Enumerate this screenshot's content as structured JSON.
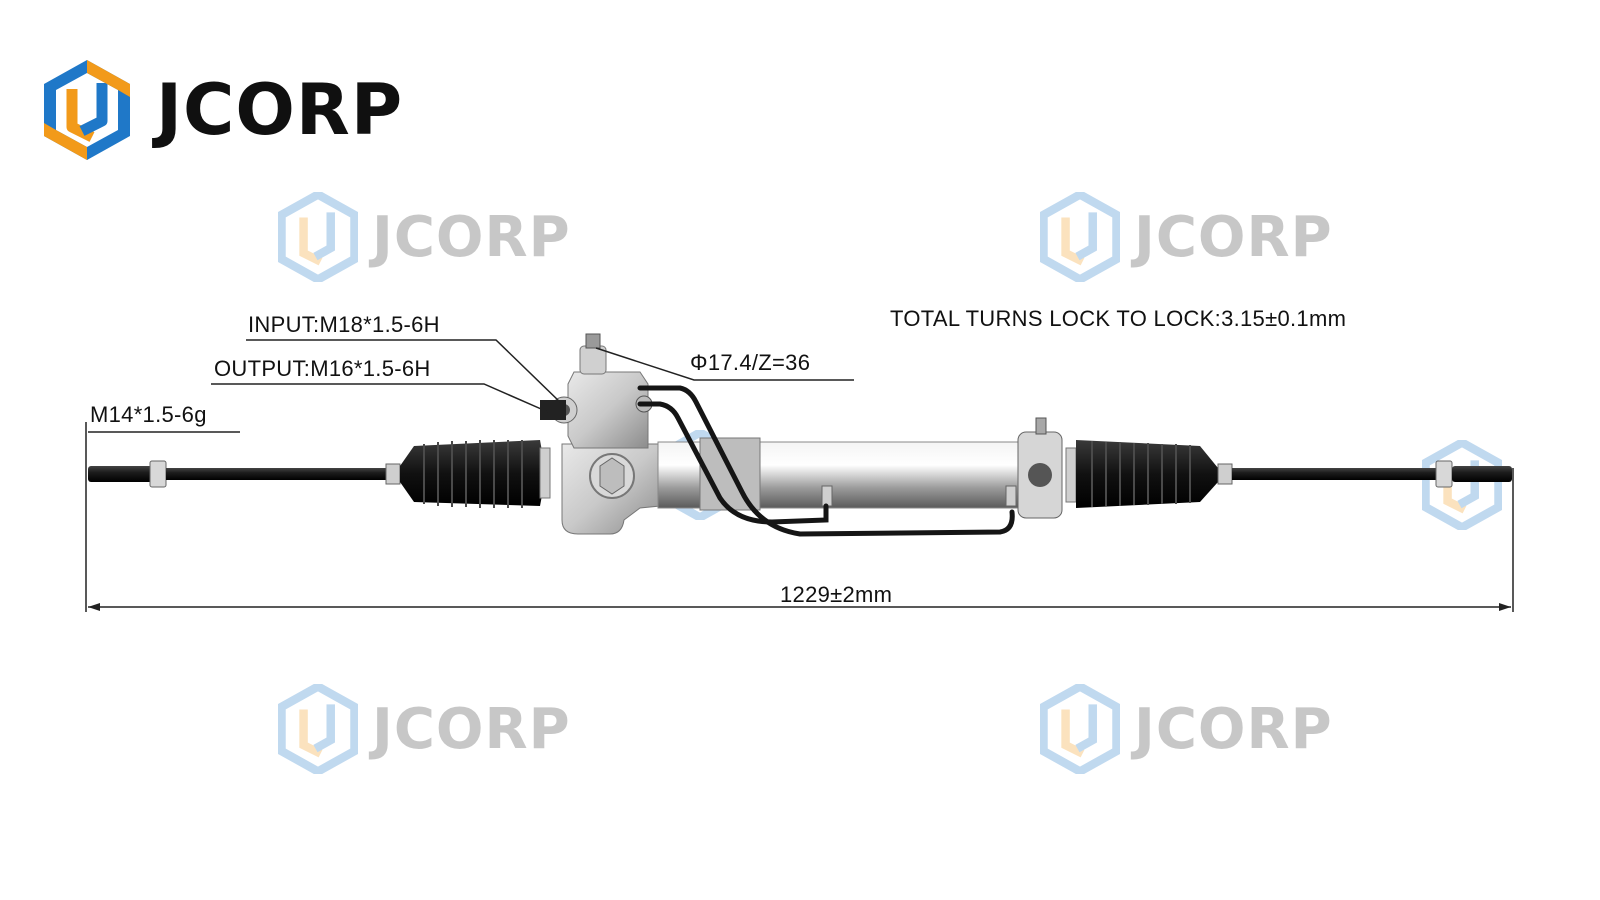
{
  "brand": {
    "name": "JCORP",
    "watermark_text": "JCORP",
    "colors": {
      "blue": "#1f78c8",
      "orange": "#f29a1a",
      "yellow": "#f6b81c",
      "text": "#101010"
    }
  },
  "annotations": {
    "input_port": "INPUT:M18*1.5-6H",
    "output_port": "OUTPUT:M16*1.5-6H",
    "tie_rod_thread": "M14*1.5-6g",
    "pinion_spec": "Φ17.4/Z=36",
    "total_turns": "TOTAL TURNS LOCK TO LOCK:3.15±0.1mm",
    "overall_length": "1229±2mm"
  }
}
